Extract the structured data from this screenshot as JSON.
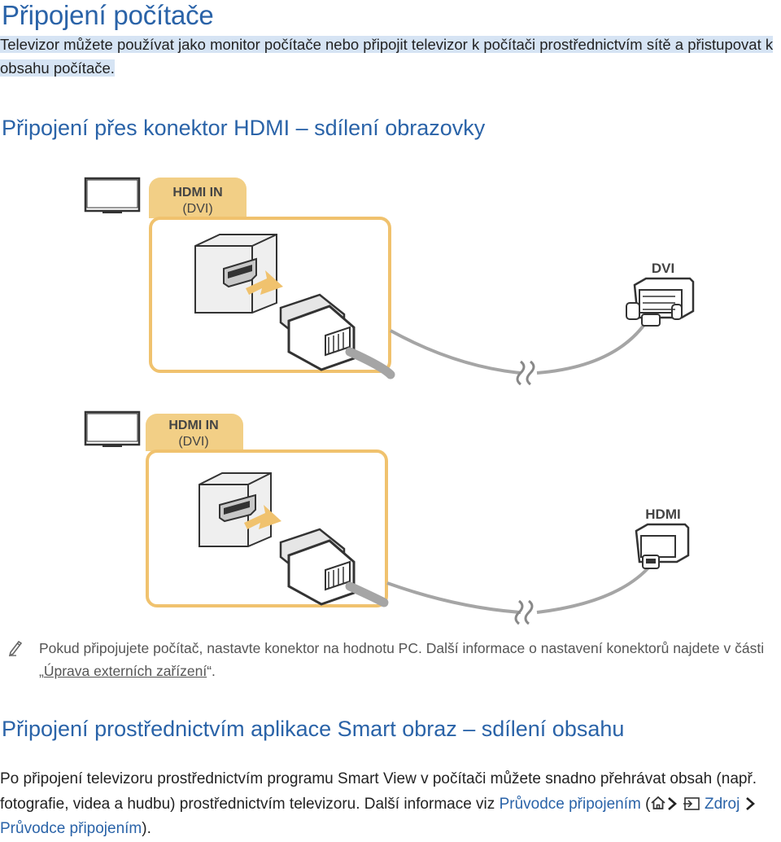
{
  "page": {
    "title": "Připojení počítače",
    "intro": "Televizor můžete používat jako monitor počítače nebo připojit televizor k počítači prostřednictvím sítě a přistupovat k obsahu počítače."
  },
  "section_hdmi": {
    "heading": "Připojení přes konektor HDMI – sdílení obrazovky",
    "diagram1": {
      "port_label_line1": "HDMI IN",
      "port_label_line2": "(DVI)",
      "cable_end_label": "DVI"
    },
    "diagram2": {
      "port_label_line1": "HDMI IN",
      "port_label_line2": "(DVI)",
      "cable_end_label": "HDMI"
    },
    "note_text": "Pokud připojujete počítač, nastavte konektor na hodnotu PC. Další informace o nastavení konektorů najdete v části „",
    "note_link": "Úprava externích zařízení",
    "note_end": "“."
  },
  "section_smart": {
    "heading": "Připojení prostřednictvím aplikace Smart obraz – sdílení obsahu",
    "para_text": "Po připojení televizoru prostřednictvím programu Smart View v počítači můžete snadno přehrávat obsah (např. fotografie, videa a hudbu) prostřednictvím televizoru. Další informace viz ",
    "guide_link": "Průvodce připojením",
    "source_label": "Zdroj",
    "guide_link2": "Průvodce připojením",
    "para_end": ")."
  },
  "colors": {
    "heading_blue": "#2a63a8",
    "frame_gold": "#f0c26e",
    "tab_gold": "#f2cf86",
    "cable_gray": "#a5a5a5"
  },
  "icons": [
    "tv-icon",
    "hdmi-port-icon",
    "arrow-icon",
    "hdmi-plug-icon",
    "dvi-connector-icon",
    "hdmi-connector-icon",
    "cable-break-icon",
    "pencil-note-icon",
    "home-icon",
    "source-icon",
    "chevron-right-icon"
  ]
}
